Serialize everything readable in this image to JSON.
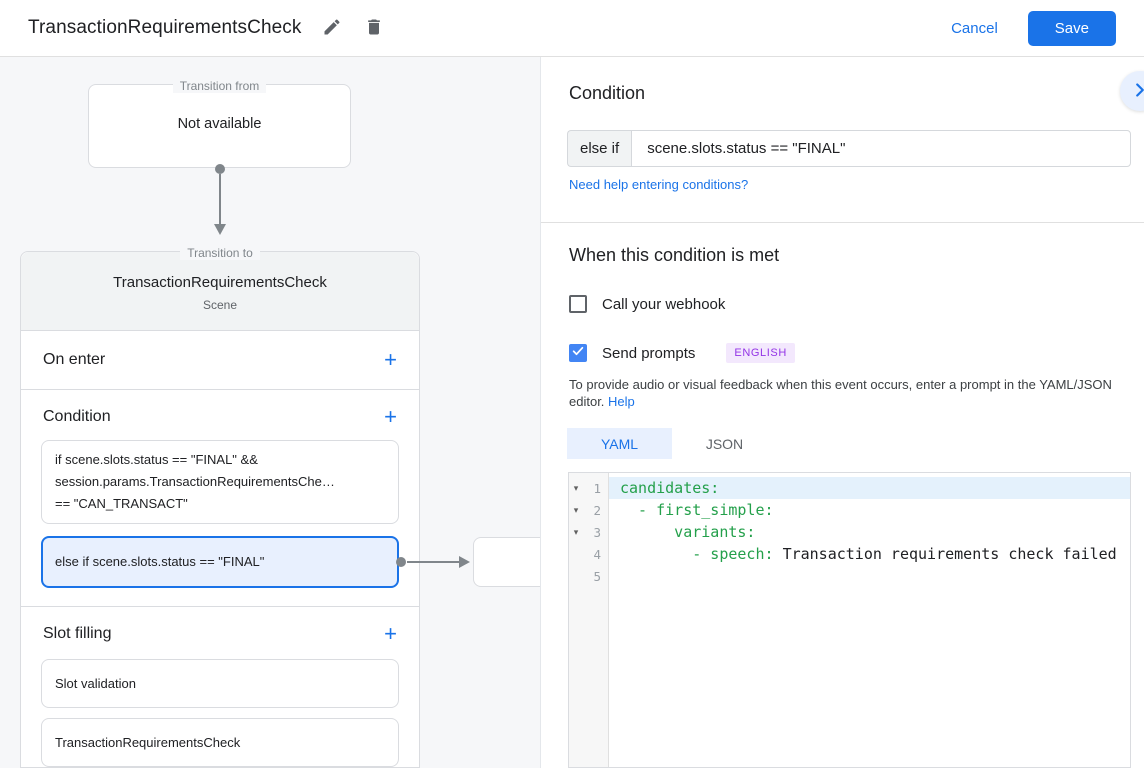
{
  "topbar": {
    "title": "TransactionRequirementsCheck",
    "cancel_label": "Cancel",
    "save_label": "Save"
  },
  "icons": {
    "plus": "+",
    "fold_triangle": "▾"
  },
  "canvas": {
    "transition_from": {
      "legend": "Transition from",
      "value": "Not available"
    },
    "scene": {
      "legend": "Transition to",
      "title": "TransactionRequirementsCheck",
      "subtitle": "Scene",
      "on_enter_label": "On enter",
      "condition_label": "Condition",
      "condition_if": {
        "line1": "if scene.slots.status == \"FINAL\" &&",
        "line2": "session.params.TransactionRequirementsChe…",
        "line3": "== \"CAN_TRANSACT\""
      },
      "condition_else_if": "else if scene.slots.status == \"FINAL\"",
      "slot_filling_label": "Slot filling",
      "slot_validation": "Slot validation",
      "slot_scene": "TransactionRequirementsCheck"
    }
  },
  "panel": {
    "title": "Condition",
    "else_if_label": "else if",
    "condition_value": "scene.slots.status == \"FINAL\"",
    "help_link": "Need help entering conditions?",
    "when_title": "When this condition is met",
    "webhook_label": "Call your webhook",
    "prompts_label": "Send prompts",
    "language_badge": "ENGLISH",
    "description_line1": "To provide audio or visual feedback when this event occurs, enter a prompt in the YAML/JSON",
    "description_line2": "editor.",
    "help_label": "Help",
    "tabs": {
      "yaml": "YAML",
      "json": "JSON"
    }
  },
  "editor": {
    "lines": [
      {
        "n": "1",
        "code": "candidates:"
      },
      {
        "n": "2",
        "code": "  - first_simple:"
      },
      {
        "n": "3",
        "code": "      variants:"
      },
      {
        "n": "4",
        "code": "        - speech: ",
        "value": "Transaction requirements check failed"
      },
      {
        "n": "5",
        "code": ""
      }
    ]
  },
  "colors": {
    "accent": "#1a73e8",
    "checkbox_checked": "#4285f4",
    "selection_bg": "#e8f0fe",
    "selection_border": "#1a73e8",
    "badge_bg": "#f3e8fd",
    "badge_text": "#9334e6",
    "code_key_green": "#24a04b",
    "active_line_bg": "#e4f1fc",
    "canvas_bg": "#f6f7f9"
  }
}
